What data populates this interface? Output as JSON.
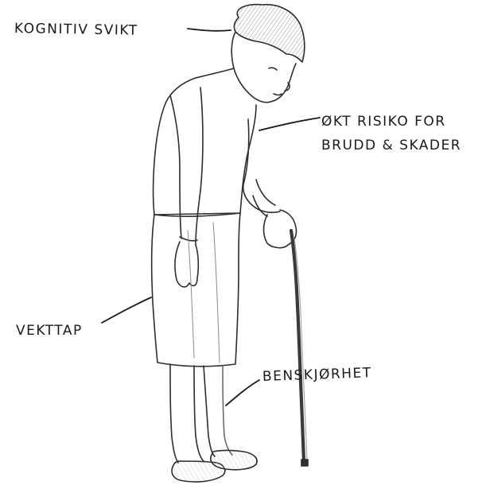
{
  "labels": {
    "cognitive": "KOGNITIV SVIKT",
    "fracture_line1": "ØKT RISIKO FOR",
    "fracture_line2": "BRUDD & SKADER",
    "weight": "VEKTTAP",
    "bone": "BENSKJØRHET"
  },
  "colors": {
    "ink": "#1a1a1a",
    "pencil": "#3a3a3a",
    "shade": "#8a8a8a",
    "background": "#ffffff"
  }
}
